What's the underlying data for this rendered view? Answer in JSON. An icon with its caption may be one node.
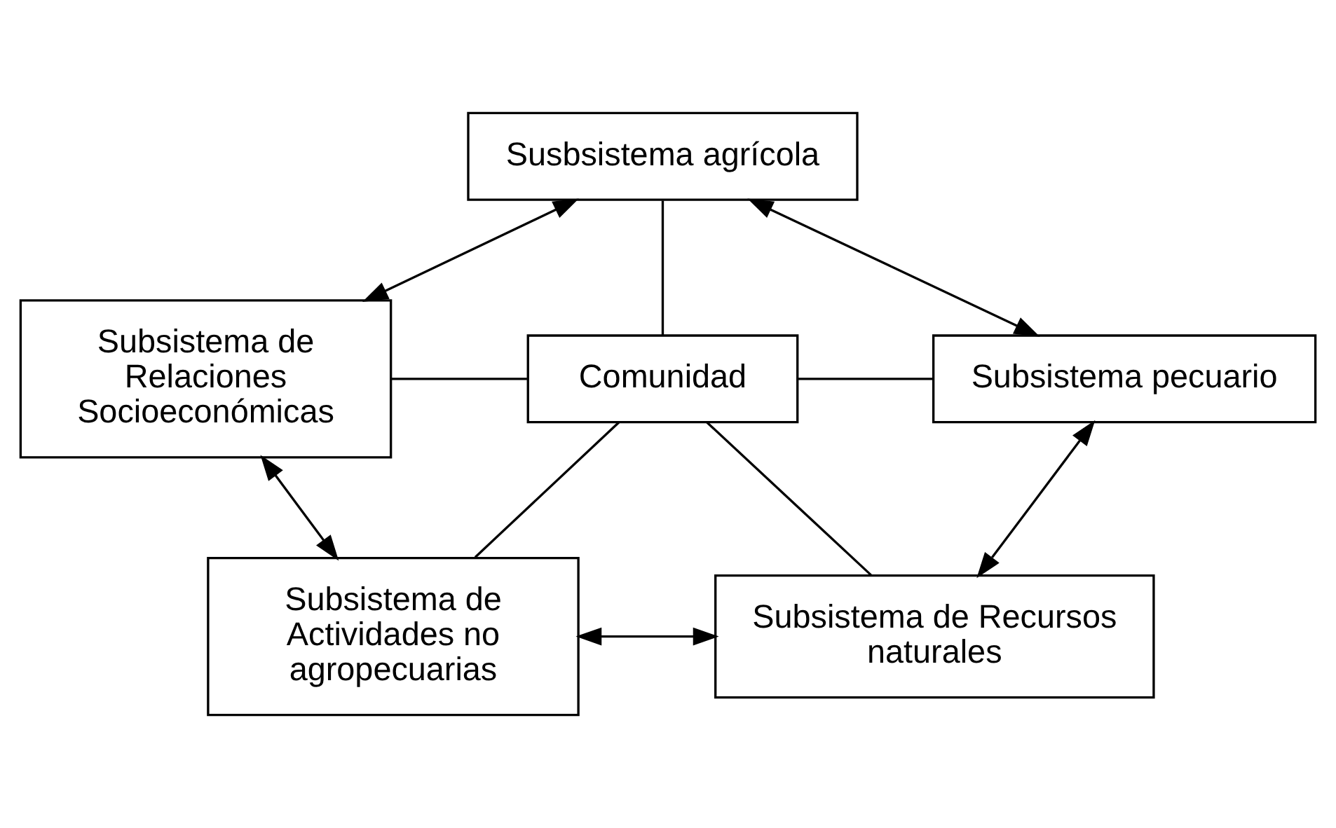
{
  "diagram": {
    "nodes": [
      {
        "text": [
          "Susbsistema agrícola"
        ]
      },
      {
        "text": [
          "Subsistema de Relaciones Socioeconómicas"
        ]
      },
      {
        "text": [
          "Comunidad"
        ]
      },
      {
        "text": [
          "Subsistema pecuario"
        ]
      },
      {
        "text": [
          "Subsistema de Actividades no agropecuarias"
        ]
      },
      {
        "text": [
          "Subsistema de Recursos naturales"
        ]
      }
    ],
    "edges": [
      {
        "from": 1,
        "to": 0,
        "arrow": "both"
      },
      {
        "from": 0,
        "to": 3,
        "arrow": "both"
      },
      {
        "from": 2,
        "to": 0,
        "arrow": "none"
      },
      {
        "from": 1,
        "to": 2,
        "arrow": "none"
      },
      {
        "from": 2,
        "to": 3,
        "arrow": "none"
      },
      {
        "from": 1,
        "to": 4,
        "arrow": "both"
      },
      {
        "from": 4,
        "to": 2,
        "arrow": "none"
      },
      {
        "from": 2,
        "to": 5,
        "arrow": "none"
      },
      {
        "from": 4,
        "to": 5,
        "arrow": "both"
      },
      {
        "from": 5,
        "to": 3,
        "arrow": "both"
      }
    ]
  }
}
